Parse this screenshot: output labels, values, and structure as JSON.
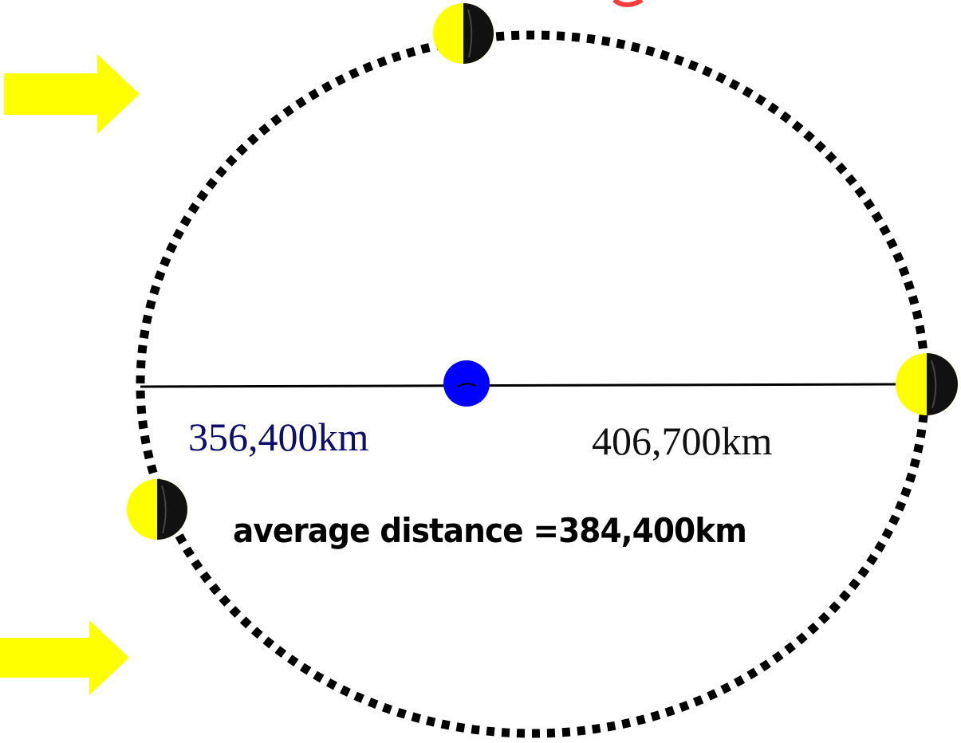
{
  "labels": {
    "perigee": "356,400km",
    "apogee": "406,700km",
    "average": "average distance =384,400km"
  },
  "colors": {
    "background": "#ffffff",
    "orbit": "#000000",
    "earth": "#0000ff",
    "sunlight_arrow": "#ffff00",
    "moon_lit": "#ffff00",
    "moon_dark": "#000000",
    "perigee_text": "#0d0d6b",
    "apogee_text": "#111111",
    "average_text": "#000000",
    "accent_red": "#ff3b3b"
  },
  "icons": {
    "earth": "earth-icon",
    "moon": "moon-phase-icon",
    "sunlight": "sunlight-arrow-icon"
  }
}
